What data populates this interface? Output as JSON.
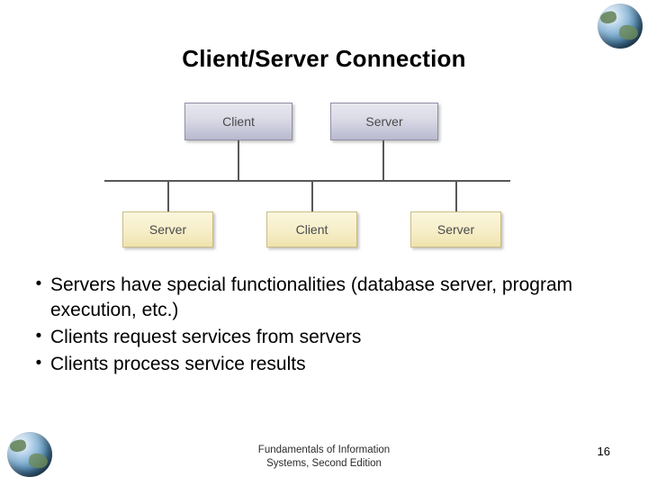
{
  "slide": {
    "title": "Client/Server Connection",
    "page_number": "16"
  },
  "diagram": {
    "nodes": [
      {
        "label": "Client",
        "role": "top-client"
      },
      {
        "label": "Server",
        "role": "top-server"
      },
      {
        "label": "Server",
        "role": "bottom-server-left"
      },
      {
        "label": "Client",
        "role": "bottom-client-center"
      },
      {
        "label": "Server",
        "role": "bottom-server-right"
      }
    ]
  },
  "bullets": {
    "marker": "•",
    "items": [
      "Servers have special functionalities (database server, program execution, etc.)",
      "Clients request services from servers",
      "Clients process service results"
    ]
  },
  "footer": {
    "line1": "Fundamentals of Information",
    "line2": "Systems, Second Edition"
  },
  "decorations": {
    "globe_top_right": "globe-icon",
    "globe_bottom_left": "globe-icon"
  }
}
